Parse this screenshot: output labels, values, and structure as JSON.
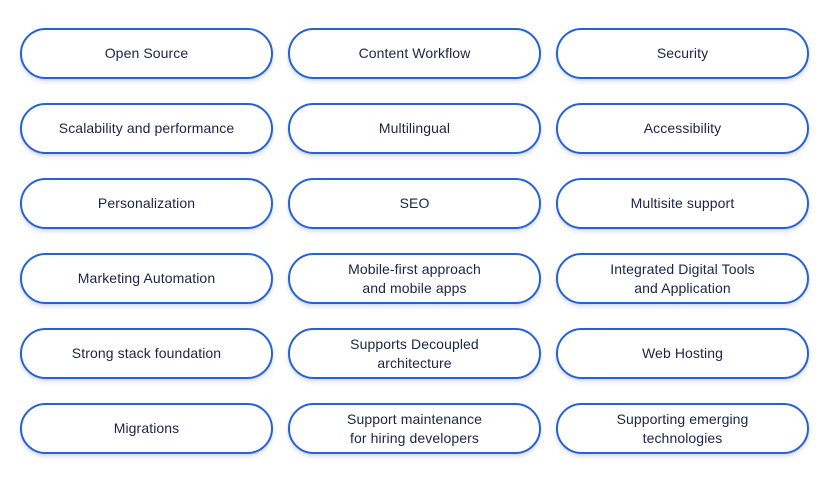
{
  "page": {
    "background_color": "#ffffff",
    "title": "Feature capability pill grid"
  },
  "style": {
    "card_border_color": "#2563d4",
    "card_background_color": "#ffffff",
    "card_text_color": "#1b2444"
  },
  "grid": {
    "columns": 3,
    "rows": 6,
    "cards": [
      {
        "label": "Open Source"
      },
      {
        "label": "Content Workflow"
      },
      {
        "label": "Security"
      },
      {
        "label": "Scalability and performance"
      },
      {
        "label": "Multilingual"
      },
      {
        "label": "Accessibility"
      },
      {
        "label": "Personalization"
      },
      {
        "label": "SEO"
      },
      {
        "label": "Multisite support"
      },
      {
        "label": "Marketing Automation"
      },
      {
        "label": "Mobile-first approach\nand mobile apps"
      },
      {
        "label": "Integrated Digital Tools\nand Application"
      },
      {
        "label": "Strong stack foundation"
      },
      {
        "label": "Supports Decoupled\narchitecture"
      },
      {
        "label": "Web Hosting"
      },
      {
        "label": "Migrations"
      },
      {
        "label": "Support maintenance\nfor hiring developers"
      },
      {
        "label": "Supporting emerging\ntechnologies"
      }
    ]
  }
}
